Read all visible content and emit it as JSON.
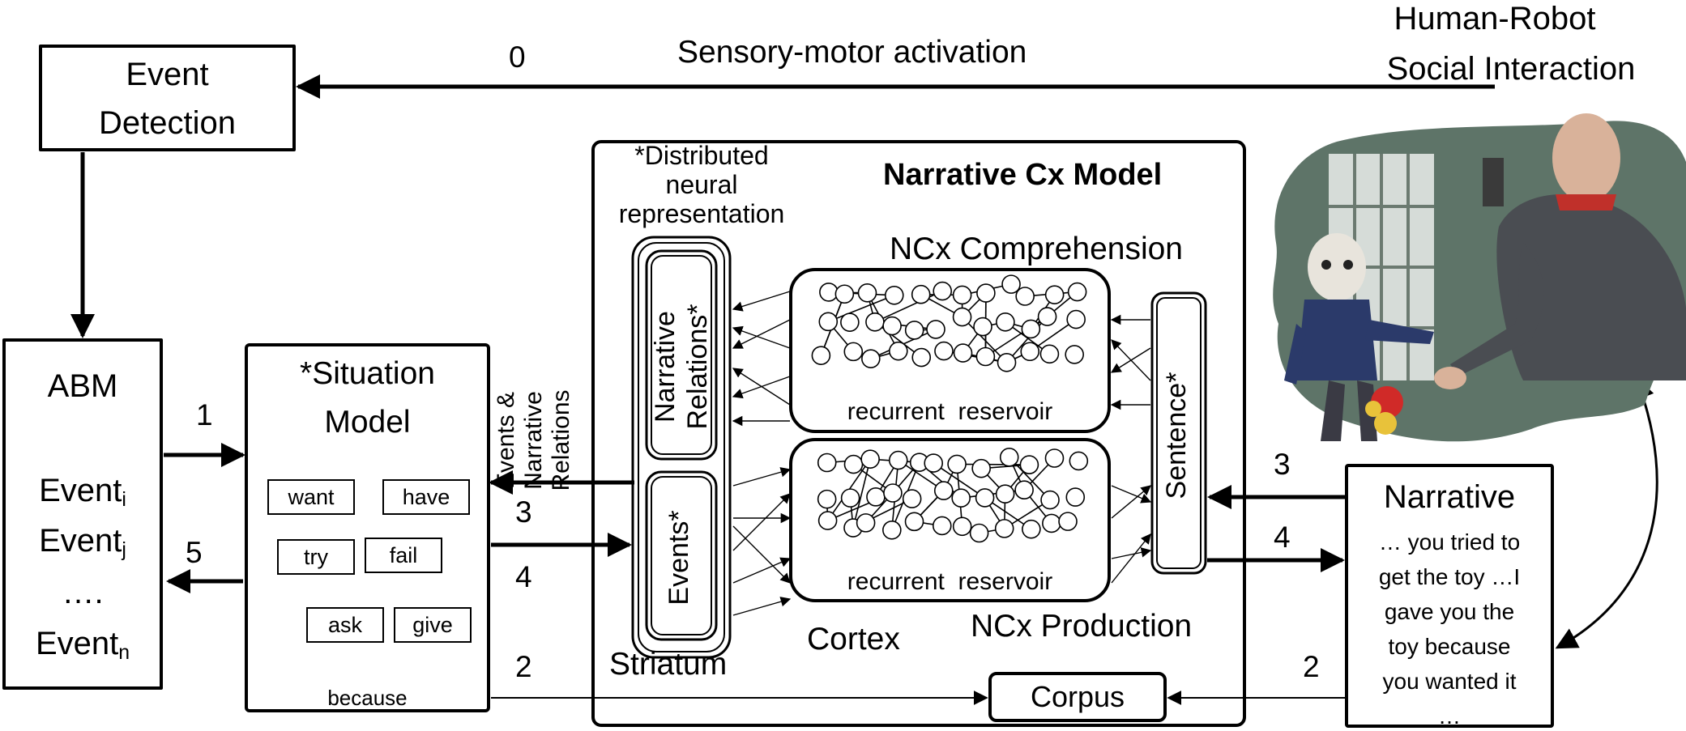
{
  "top": {
    "human_robot_line1": "Human-Robot",
    "human_robot_line2": "Social Interaction",
    "sensory_label": "Sensory-motor activation",
    "step0": "0"
  },
  "event_detection": {
    "line1": "Event",
    "line2": "Detection"
  },
  "abm": {
    "title": "ABM",
    "event_word": "Event",
    "sub_i": "i",
    "sub_j": "j",
    "dots": "….",
    "sub_n": "n"
  },
  "situation_model": {
    "line1": "*Situation",
    "line2": "Model",
    "nodes": {
      "want": "want",
      "have": "have",
      "try": "try",
      "fail": "fail",
      "ask": "ask",
      "give": "give"
    },
    "because": "because"
  },
  "arrows": {
    "s1": "1",
    "s5": "5",
    "s3_left": "3",
    "s4_left": "4",
    "s2_left": "2",
    "s3_right": "3",
    "s4_right": "4",
    "s2_right": "2"
  },
  "events_relations_label": {
    "line1": "Events &",
    "line2": "Narrative",
    "line3": "Relations"
  },
  "ncx": {
    "title": "Narrative Cx Model",
    "distributed_line1": "*Distributed",
    "distributed_line2": "neural",
    "distributed_line3": "representation",
    "comprehension": "NCx Comprehension",
    "production": "NCx Production",
    "narrative_relations_line1": "Narrative",
    "narrative_relations_line2": "Relations*",
    "events": "Events*",
    "reservoir_label": "recurrent  reservoir",
    "sentence": "Sentence*",
    "striatum": "Striatum",
    "cortex": "Cortex",
    "corpus": "Corpus"
  },
  "narrative": {
    "title": "Narrative",
    "lines": [
      "… you tried to",
      "get the toy …I",
      "gave you the",
      "toy because",
      "you wanted it",
      "…"
    ]
  }
}
